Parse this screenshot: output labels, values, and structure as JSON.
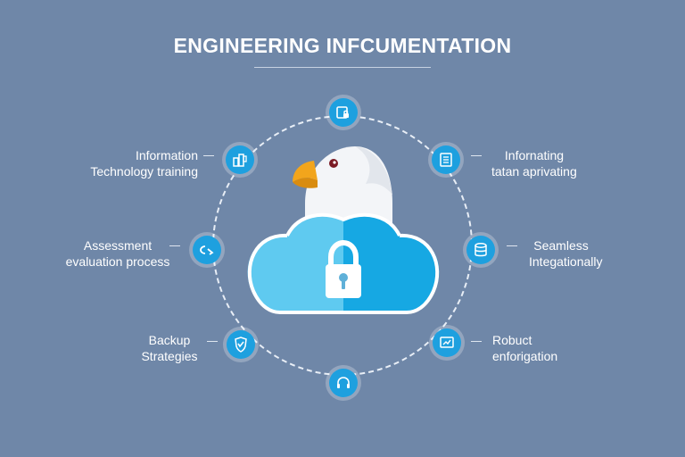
{
  "title": "ENGINEERING INFCUMENTATION",
  "labels": {
    "left_top": [
      "Information",
      "Technology training"
    ],
    "left_mid": [
      "Assessment",
      "evaluation process"
    ],
    "left_bottom": [
      "Backup",
      "Strategies"
    ],
    "right_top": [
      "Infornating",
      "tatan aprivating"
    ],
    "right_mid": [
      "Seamless",
      "Integationally"
    ],
    "right_bottom": [
      "Robuct",
      "enforigation"
    ]
  },
  "icons": {
    "top": "id-badge-lock-icon",
    "top_left": "building-blocks-icon",
    "left": "link-icon",
    "bottom_left": "shield-check-icon",
    "bottom": "headset-icon",
    "bottom_right": "monitor-chart-icon",
    "right": "database-icon",
    "top_right": "document-list-icon"
  },
  "colors": {
    "background": "#6f87a8",
    "node": "#1ea0df",
    "cloud_light": "#5fcaf0",
    "cloud_dark": "#16a8e3",
    "eagle_beak": "#f2a51c"
  }
}
